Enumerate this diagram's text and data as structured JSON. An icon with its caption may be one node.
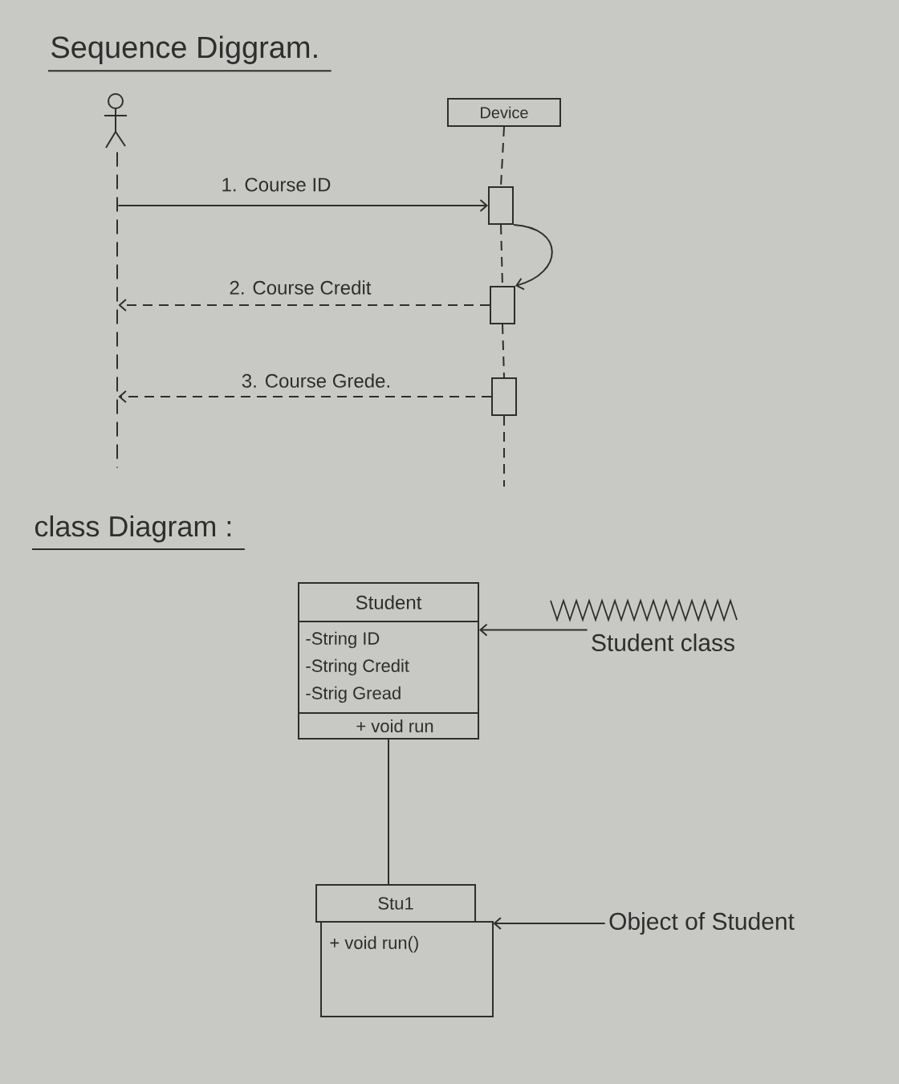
{
  "diagram": {
    "nodes": [
      {
        "text": [],
        "shape": "person"
      },
      {
        "text": [
          "Device"
        ]
      },
      {
        "text": [],
        "shape": "line"
      },
      {
        "text": [],
        "shape": "box"
      },
      {
        "text": [],
        "shape": "box"
      },
      {
        "text": [],
        "shape": "box"
      },
      {
        "text": [
          "Student",
          "-String ID",
          "-String Credit",
          "-Strig Gread",
          "+ void run"
        ]
      },
      {
        "text": [
          "Student class"
        ]
      },
      {
        "text": [
          "Stu1",
          "+ void run()"
        ]
      },
      {
        "text": [
          "Object of Student"
        ]
      }
    ],
    "edges": [
      {
        "from": 1,
        "to": 3,
        "arrow": "none",
        "style": "dashed"
      },
      {
        "from": 3,
        "to": 4,
        "arrow": "none",
        "style": "dashed"
      },
      {
        "from": 4,
        "to": 5,
        "arrow": "none",
        "style": "dashed"
      },
      {
        "from": 5,
        "to": null,
        "arrow": "none",
        "style": "dashed"
      },
      {
        "from": 2,
        "to": 3,
        "arrow": "to",
        "label": "1. Course ID"
      },
      {
        "from": 3,
        "to": 4,
        "arrow": "to"
      },
      {
        "from": 4,
        "to": 2,
        "arrow": "to",
        "style": "dashed",
        "label": "2. Course Credit"
      },
      {
        "from": 5,
        "to": 2,
        "arrow": "to",
        "style": "dashed",
        "label": "3. Course Grede."
      },
      {
        "from": 7,
        "to": 6,
        "arrow": "to"
      },
      {
        "from": 6,
        "to": 8,
        "arrow": "none"
      },
      {
        "from": 9,
        "to": 8,
        "arrow": "to"
      }
    ],
    "labels": [
      "Sequence Diggram.",
      "class Diagram :"
    ]
  }
}
